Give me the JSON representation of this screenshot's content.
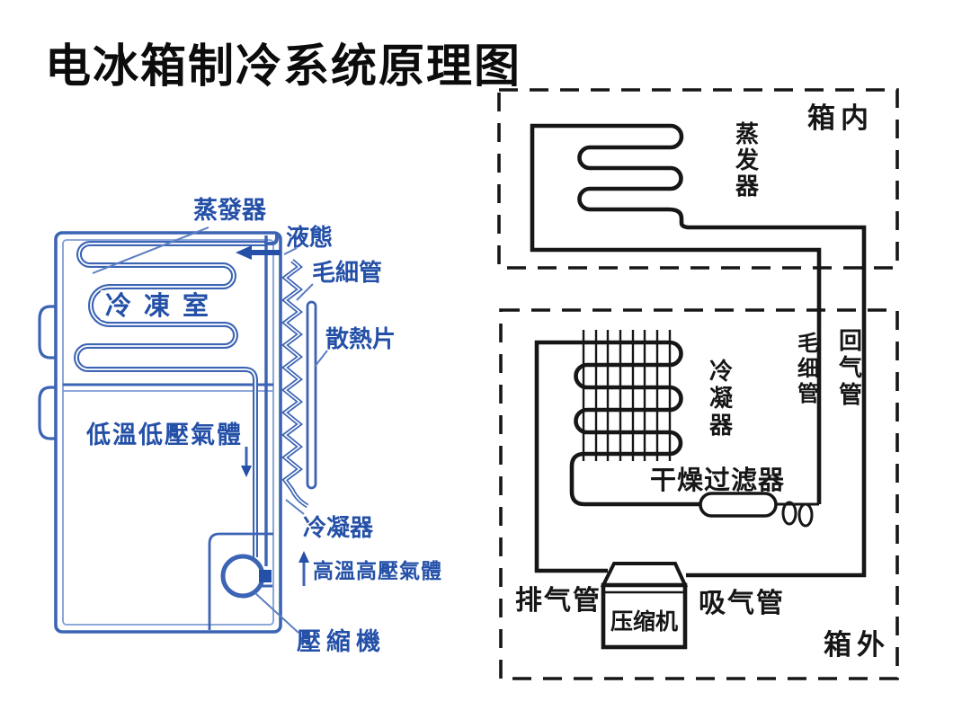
{
  "page": {
    "title": "电冰箱制冷系统原理图",
    "background": "#ffffff"
  },
  "left_diagram": {
    "description": "blue refrigerator cutaway drawing",
    "accent_color": "#2450a8",
    "line_color": "#3c64b4",
    "labels": {
      "evaporator": "蒸發器",
      "liquid_state": "液態",
      "capillary": "毛細管",
      "freezer_room": "冷凍室",
      "heat_fins": "散熱片",
      "low_temp_low_pressure_gas": "低溫低壓氣體",
      "condenser": "冷凝器",
      "high_temp_high_pressure_gas": "高溫高壓氣體",
      "compressor": "壓縮機"
    }
  },
  "right_diagram": {
    "description": "black refrigeration circuit schematic",
    "accent_color": "#161616",
    "zones": {
      "inside_box": "箱内",
      "outside_box": "箱外"
    },
    "labels": {
      "evaporator": "蒸发器",
      "capillary_tube": "毛细管",
      "return_gas_pipe": "回气管",
      "condenser": "冷凝器",
      "drier_filter": "干燥过滤器",
      "discharge_pipe": "排气管",
      "suction_pipe": "吸气管",
      "compressor": "压缩机"
    }
  }
}
